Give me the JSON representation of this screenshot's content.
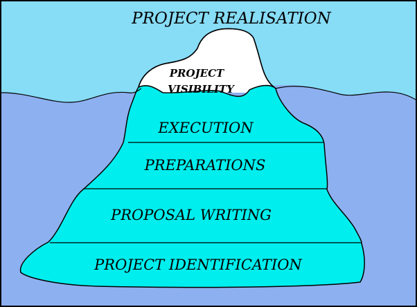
{
  "title": "PROJECT REALISATION",
  "tip": {
    "line1": "PROJECT",
    "line2": "VISIBILITY"
  },
  "levels": [
    "EXECUTION",
    "PREPARATIONS",
    "PROPOSAL WRITING",
    "PROJECT IDENTIFICATION"
  ],
  "colors": {
    "sky": "#87dcf6",
    "water": "#8db0f0",
    "ice_below": "#00eeee",
    "ice_above": "#ffffff",
    "outline": "#000000"
  }
}
